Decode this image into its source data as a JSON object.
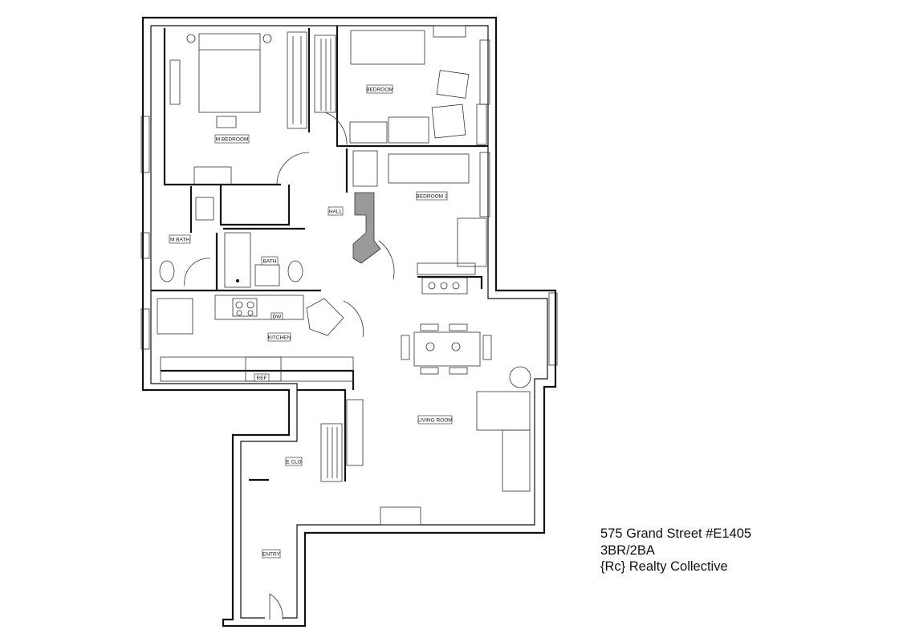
{
  "listing": {
    "address": "575 Grand Street #E1405",
    "layout": "3BR/2BA",
    "brand": "{Rc} Realty Collective"
  },
  "rooms": {
    "m_bedroom": "M BEDROOM",
    "bedroom": "BEDROOM",
    "bedroom_2": "BEDROOM 2",
    "hall": "HALL",
    "m_bath": "M BATH",
    "bath": "BATH",
    "kitchen": "KITCHEN",
    "living_room": "LIVING ROOM",
    "e_clo": "E CLO",
    "entry": "ENTRY"
  },
  "fixtures": {
    "ref": "REF",
    "dw": "DW"
  }
}
